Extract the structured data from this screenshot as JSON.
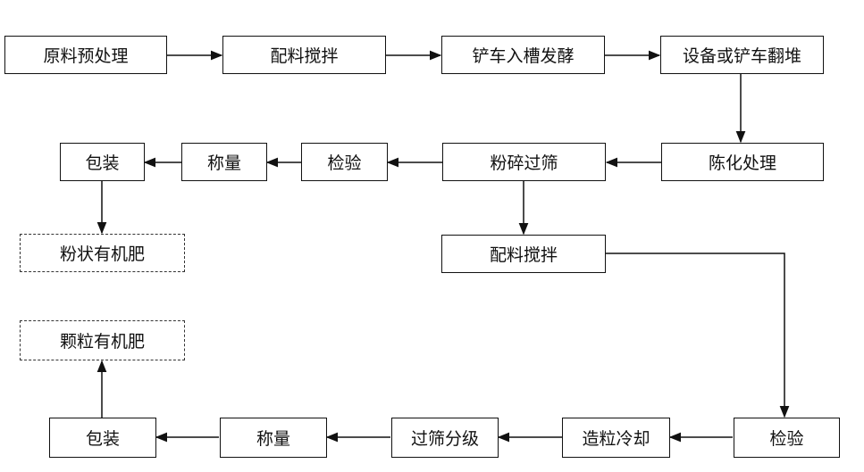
{
  "nodes": {
    "raw_pretreatment": "原料预处理",
    "mixing_1": "配料搅拌",
    "loader_ferment": "铲车入槽发酵",
    "turning": "设备或铲车翻堆",
    "aging": "陈化处理",
    "crush_sieve": "粉碎过筛",
    "inspect_1": "检验",
    "weigh_1": "称量",
    "pack_1": "包装",
    "powder_fertilizer": "粉状有机肥",
    "mixing_2": "配料搅拌",
    "inspect_2": "检验",
    "granulate_cool": "造粒冷却",
    "sieve_grade": "过筛分级",
    "weigh_2": "称量",
    "pack_2": "包装",
    "granular_fertilizer": "颗粒有机肥"
  },
  "colors": {
    "line": "#111111",
    "box_border": "#111111",
    "dashed_border": "#333333"
  }
}
